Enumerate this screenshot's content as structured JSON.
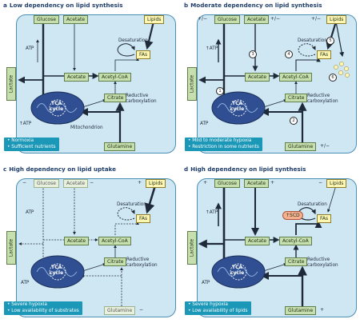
{
  "panels": [
    {
      "letter": "a",
      "title": "Low dependency on lipid synthesis",
      "glucose": "Glucose",
      "acetate_top": "Acetate",
      "lipids": "Lipids",
      "desaturation": "Desaturation",
      "fas": "FAs",
      "acetate": "Acetate",
      "acetyl_coa": "Acetyl-CoA",
      "citrate": "Citrate",
      "reductive_carboxylation": "Reductive\ncarboxylation",
      "atp_top": "ATP",
      "lactate": "Lactate",
      "tca": "TCA\ncycle",
      "atp_up": "↑ATP",
      "mitochondrion": "Mitochondrion",
      "glutamine": "Glutamine",
      "conditions": [
        "• Normoxia",
        "• Sufficient nutrients"
      ]
    },
    {
      "letter": "b",
      "title": "Moderate dependency on lipid synthesis",
      "glucose_sign": "+/−",
      "glucose": "Glucose",
      "acetate_top": "Acetate",
      "acetate_sign": "+/−",
      "lipids_sign": "+/−",
      "lipids": "Lipids",
      "desaturation": "Desaturation",
      "fas": "FAs",
      "acetate": "Acetate",
      "acetyl_coa": "Acetyl-CoA",
      "citrate": "Citrate",
      "reductive_carboxylation": "Reductive\ncarboxylation",
      "atp_top": "↑ATP",
      "lactate": "Lactate",
      "tca": "TCA\ncycle",
      "atp": "ATP",
      "glutamine": "Glutamine",
      "glutamine_sign": "+/−",
      "n1": "1",
      "n2": "2",
      "n3": "3",
      "n4": "4",
      "n5": "5",
      "n6": "6",
      "conditions": [
        "• Mild to moderate hypoxia",
        "• Restriction in some nutrients"
      ]
    },
    {
      "letter": "c",
      "title": "High dependency on lipid uptake",
      "glucose_sign": "−",
      "glucose": "Glucose",
      "acetate_top": "Acetate",
      "acetate_sign": "−",
      "lipids_sign": "+",
      "lipids": "Lipids",
      "desaturation": "Desaturation",
      "fas": "FAs",
      "acetate": "Acetate",
      "acetyl_coa": "Acetyl-CoA",
      "citrate": "Citrate",
      "reductive_carboxylation": "Reductive\ncarboxylation",
      "atp_top": "ATP",
      "lactate": "Lactate",
      "tca": "TCA\ncycle",
      "atp": "ATP",
      "glutamine": "Glutamine",
      "glutamine_sign": "−",
      "conditions": [
        "• Severe hypoxia",
        "• Low availability of substrates"
      ]
    },
    {
      "letter": "d",
      "title": "High dependency on lipid synthesis",
      "glucose_sign": "+",
      "glucose": "Glucose",
      "acetate_top": "Acetate",
      "acetate_sign": "+",
      "lipids_sign": "−",
      "lipids": "Lipids",
      "desaturation": "Desaturation",
      "scd": "↑SCD",
      "fas": "FAs",
      "acetate": "Acetate",
      "acetyl_coa": "Acetyl-CoA",
      "citrate": "Citrate",
      "reductive_carboxylation": "Reductive\ncarboxylation",
      "atp_top": "↑ATP",
      "lactate": "Lactate",
      "tca": "TCA\ncycle",
      "atp": "ATP",
      "glutamine": "Glutamine",
      "glutamine_sign": "+",
      "conditions": [
        "• Severe hypoxia",
        "• Low availability of lipids"
      ]
    }
  ],
  "colors": {
    "cell_fill": "#cfe6f3",
    "cell_border": "#4a8fb4",
    "metabolite_fill": "#c7dfae",
    "fa_fill": "#fff6b3",
    "scd_fill": "#f6b08f",
    "condition_fill": "#1b97b7",
    "mito_fill": "#2f4f92",
    "title_color": "#1f3e6b"
  }
}
